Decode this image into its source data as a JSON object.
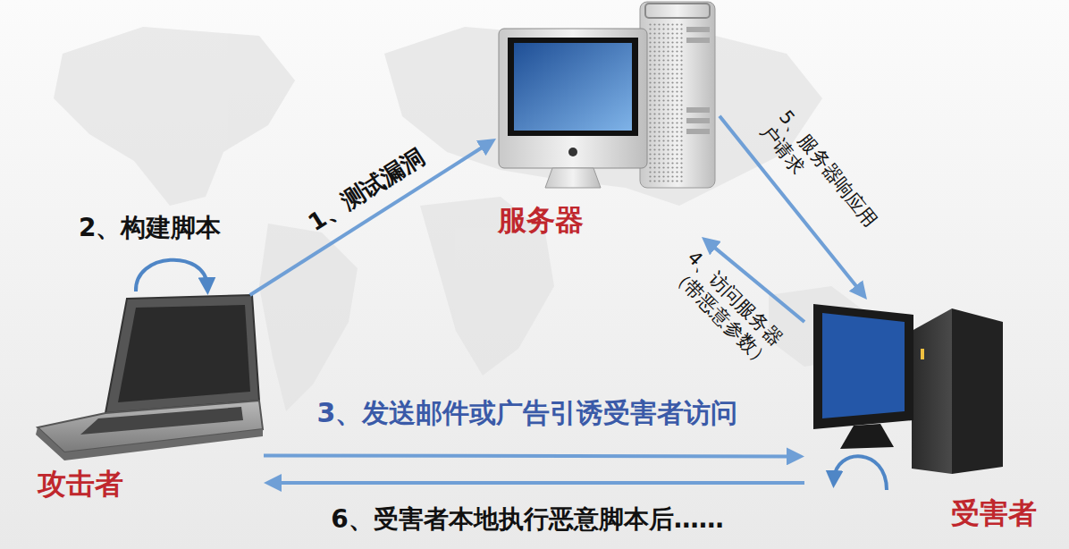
{
  "diagram": {
    "nodes": [
      {
        "text": [
          "服务器"
        ]
      },
      {
        "text": [
          "攻击者"
        ]
      },
      {
        "text": [
          "受害者"
        ]
      }
    ],
    "edges": [
      {
        "from": 1,
        "to": 0,
        "arrow": "to",
        "label": "1、测试漏洞"
      },
      {
        "from": 1,
        "to": 2,
        "arrow": "to",
        "label": "3、发送邮件或广告引诱受害者访问"
      },
      {
        "from": 2,
        "to": 0,
        "arrow": "to",
        "label": "4、访问服务器 （带恶意参数）"
      },
      {
        "from": 0,
        "to": 2,
        "arrow": "to",
        "label": "5、服务器响应用 户请求"
      },
      {
        "from": 2,
        "to": 1,
        "arrow": "to",
        "label": "6、受害者本地执行恶意脚本后……"
      }
    ],
    "labels": [
      "2、构建脚本"
    ]
  }
}
